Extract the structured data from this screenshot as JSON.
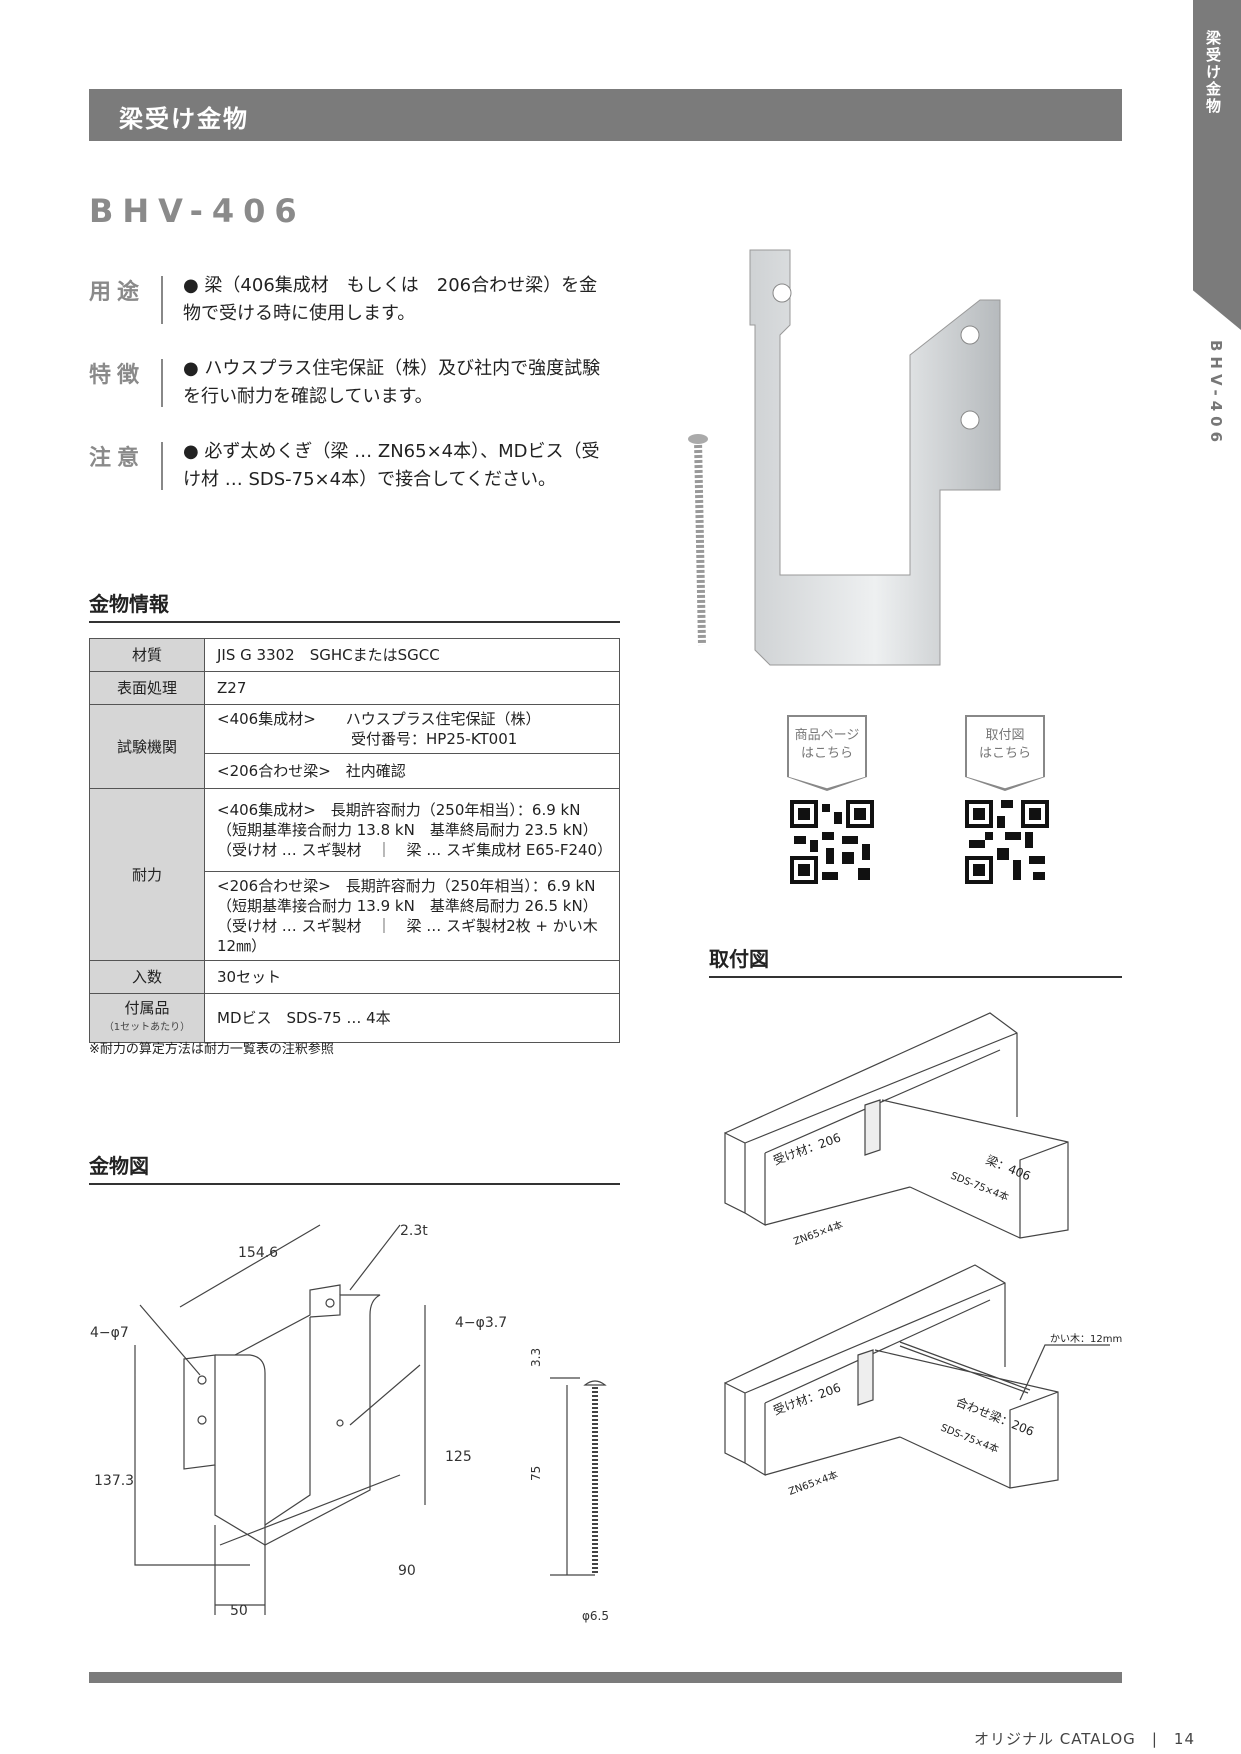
{
  "header": {
    "title": "梁受け金物"
  },
  "side_tab": {
    "category": "梁受け金物",
    "product": "BHV-406"
  },
  "product": {
    "code": "BHV-406"
  },
  "specs": [
    {
      "label": "用途",
      "text": "● 梁（406集成材　もしくは　206合わせ梁）を金物で受ける時に使用します。"
    },
    {
      "label": "特徴",
      "text": "● ハウスプラス住宅保証（株）及び社内で強度試験を行い耐力を確認しています。"
    },
    {
      "label": "注意",
      "text": "● 必ず太めくぎ（梁 … ZN65×4本）、MDビス（受け材 … SDS-75×4本）で接合してください。"
    }
  ],
  "info": {
    "heading": "金物情報",
    "material_label": "材質",
    "material": "JIS G 3302　SGHCまたはSGCC",
    "surface_label": "表面処理",
    "surface": "Z27",
    "test_label": "試験機関",
    "test1_a": "<406集成材>　　ハウスプラス住宅保証（株）",
    "test1_b": "受付番号：HP25-KT001",
    "test2": "<206合わせ梁>　社内確認",
    "strength_label": "耐力",
    "s1": [
      "<406集成材>　長期許容耐力（250年相当）：6.9 kN",
      "（短期基準接合耐力 13.8 kN　基準終局耐力 23.5 kN）",
      "（受け材 … スギ製材　｜　梁 … スギ集成材 E65-F240）"
    ],
    "s2": [
      "<206合わせ梁>　長期許容耐力（250年相当）：6.9 kN",
      "（短期基準接合耐力 13.9 kN　基準終局耐力 26.5 kN）",
      "（受け材 … スギ製材　｜　梁 … スギ製材2枚 + かい木12㎜）"
    ],
    "qty_label": "入数",
    "qty": "30セット",
    "acc_label": "付属品",
    "acc_sub": "（1セットあたり）",
    "acc": "MDビス　SDS-75 … 4本",
    "note": "※耐力の算定方法は耐力一覧表の注釈参照"
  },
  "drawing": {
    "heading": "金物図",
    "dims": {
      "w": "154.6",
      "t": "2.3t",
      "hole_large": "4−φ7",
      "hole_small": "4−φ3.7",
      "h_total": "137.3",
      "h_inner": "125",
      "depth": "90",
      "width": "50",
      "screw_head": "3.3",
      "screw_len": "75",
      "screw_dia": "φ6.5"
    }
  },
  "qr": [
    {
      "line1": "商品ページ",
      "line2": "はこちら"
    },
    {
      "line1": "取付図",
      "line2": "はこちら"
    }
  ],
  "install": {
    "heading": "取付図",
    "top": {
      "receiver": "受け材：206",
      "beam": "梁：406",
      "screw": "SDS-75×4本",
      "nail": "ZN65×4本"
    },
    "bottom": {
      "receiver": "受け材：206",
      "beam": "合わせ梁：206",
      "screw": "SDS-75×4本",
      "nail": "ZN65×4本",
      "spacer": "かい木：12mm"
    }
  },
  "footer": {
    "catalog": "オリジナル CATALOG",
    "sep": "|",
    "page": "14"
  }
}
